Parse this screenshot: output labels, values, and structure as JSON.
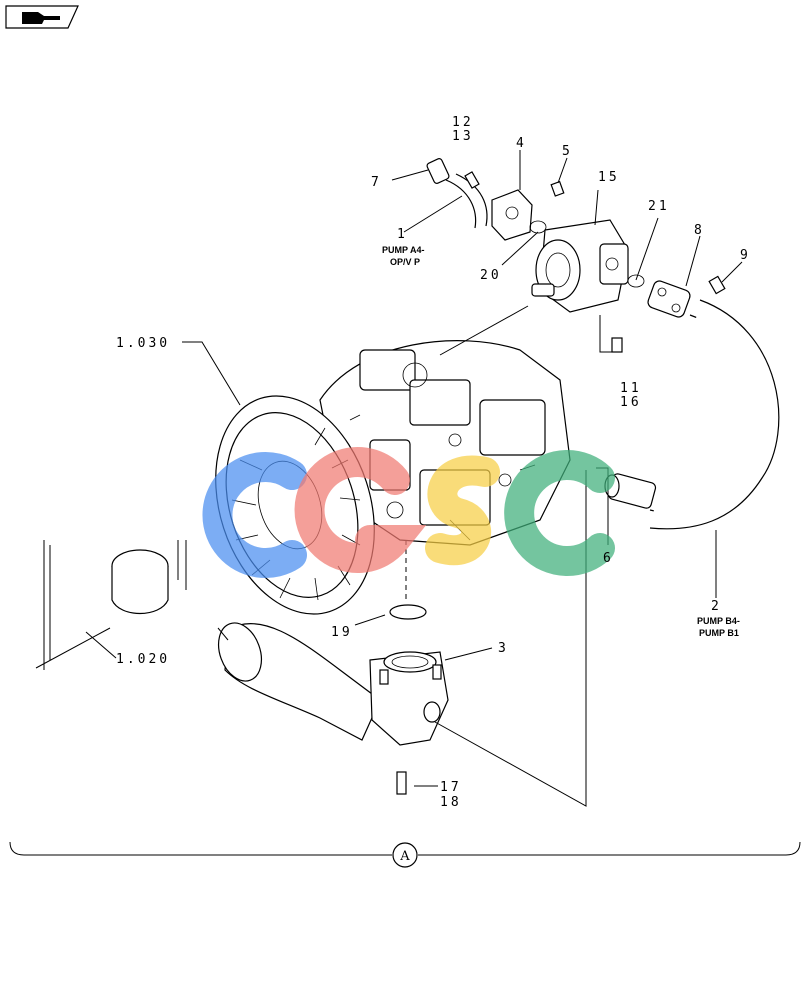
{
  "callouts": {
    "c12": "12",
    "c13": "13",
    "c4": "4",
    "c5": "5",
    "c7": "7",
    "c15": "15",
    "c21": "21",
    "c8": "8",
    "c9": "9",
    "c1": "1",
    "c20": "20",
    "c1030": "1.030",
    "c11": "11",
    "c16": "16",
    "c6": "6",
    "c2": "2",
    "c19": "19",
    "c3": "3",
    "c1020": "1.020",
    "c17": "17",
    "c18": "18"
  },
  "labels": {
    "pump_a_line1": "PUMP A4-",
    "pump_a_line2": "OP/V P",
    "pump_b_line1": "PUMP B4-",
    "pump_b_line2": "PUMP B1"
  },
  "section_marker": "A",
  "watermark": {
    "colors": [
      "#4a8ef0",
      "#f07a72",
      "#f7cf45",
      "#3eae7a"
    ]
  },
  "icons": {
    "top_left": "pointing-hand-icon"
  }
}
